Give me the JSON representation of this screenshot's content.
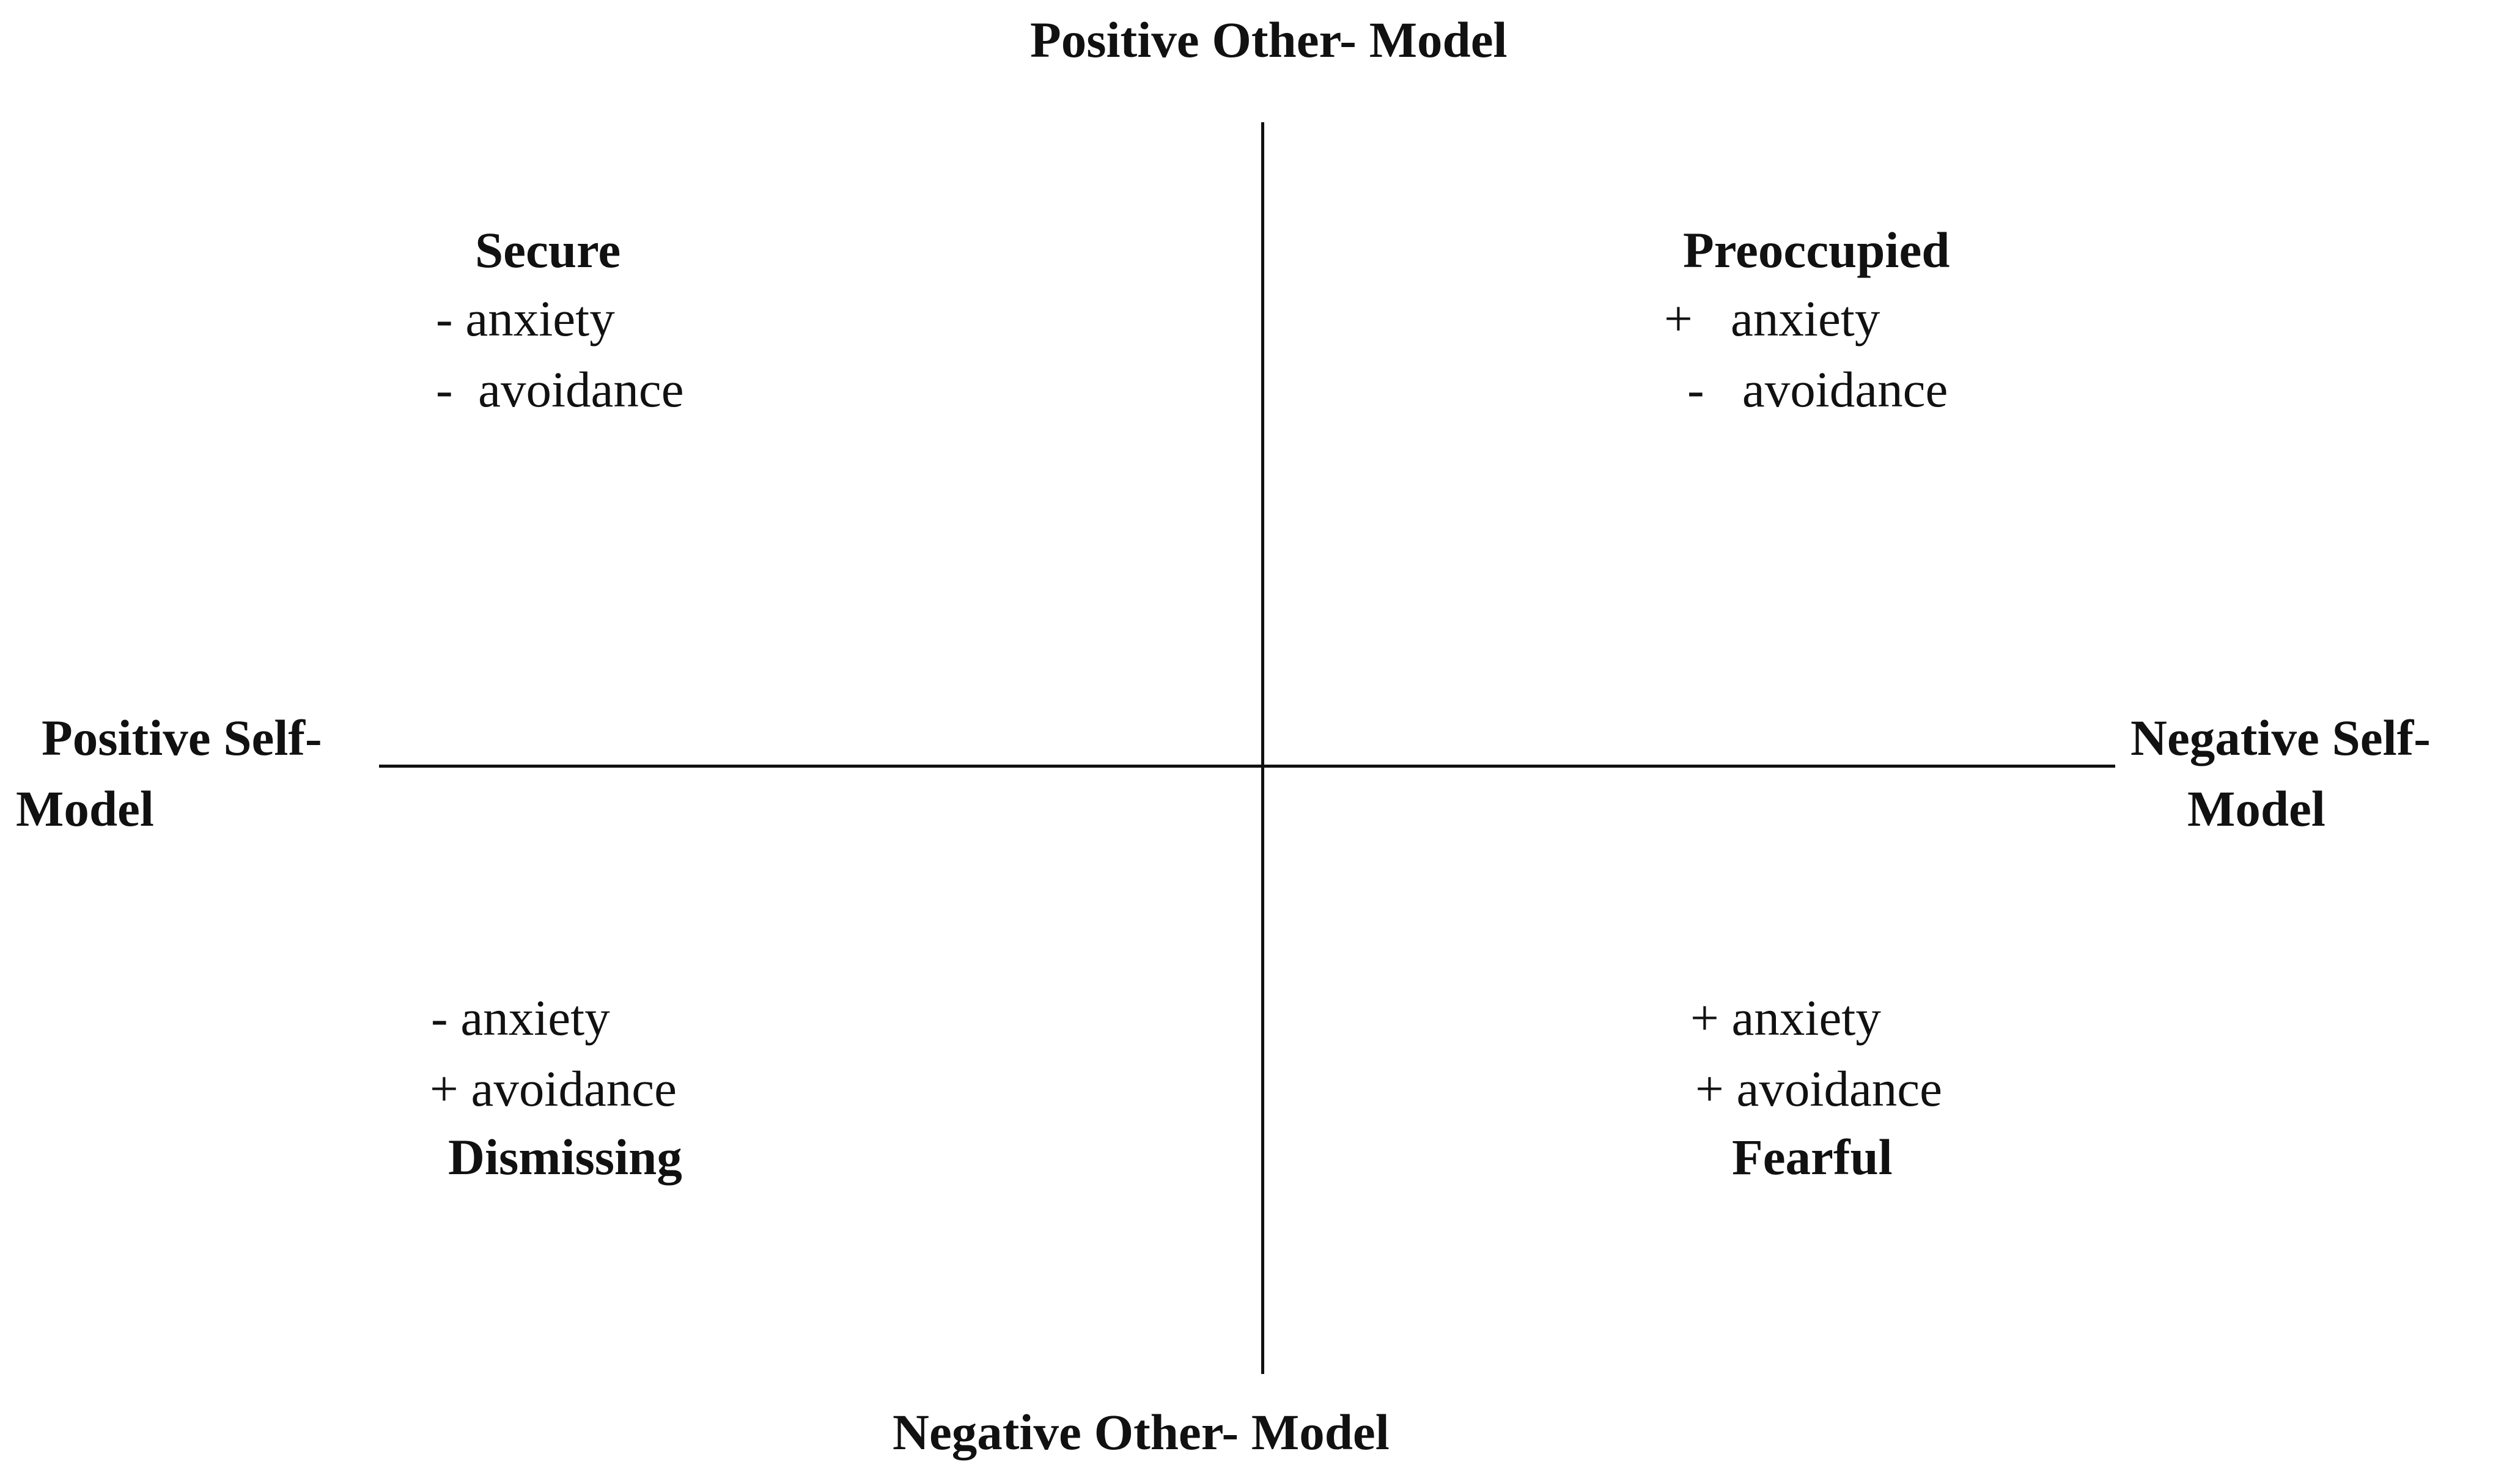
{
  "axes": {
    "top": "Positive Other- Model",
    "bottom": "Negative Other- Model",
    "left_line1": "Positive Self-",
    "left_line2": "Model",
    "right_line1": "Negative Self-",
    "right_line2": "Model"
  },
  "quadrants": {
    "top_left": {
      "title": "Secure",
      "line1": "- anxiety",
      "line2": "-  avoidance"
    },
    "top_right": {
      "title": "Preoccupied",
      "line1": "+   anxiety",
      "line2": "-   avoidance"
    },
    "bottom_left": {
      "line1": "- anxiety",
      "line2": "+ avoidance",
      "title": "Dismissing"
    },
    "bottom_right": {
      "line1": "+ anxiety",
      "line2": "+ avoidance",
      "title": "Fearful"
    }
  }
}
